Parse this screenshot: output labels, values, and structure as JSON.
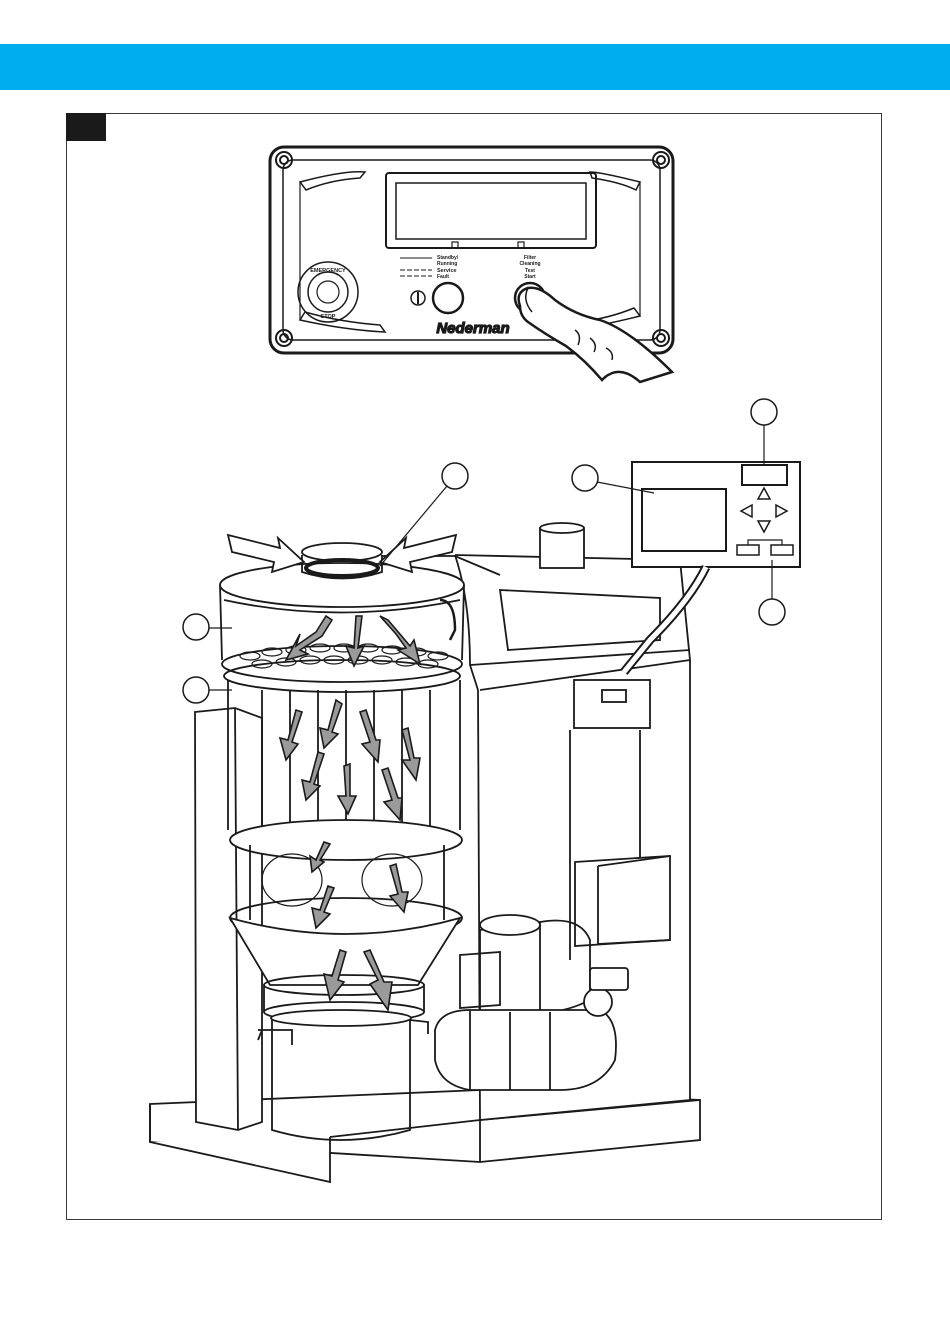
{
  "panel": {
    "emergency_top": "EMERGENCY",
    "emergency_bottom": "STOP",
    "status_1": "Standby/",
    "status_2": "Running",
    "status_3": "Service",
    "status_4": "Fault",
    "filter_1": "Filter",
    "filter_2": "Cleaning",
    "filter_3": "Test",
    "filter_4": "Start",
    "brand": "Nederman"
  },
  "colors": {
    "header_bar": "#00aeef",
    "arrow_fill": "#9a9a9a",
    "line": "#1a1a1a"
  }
}
